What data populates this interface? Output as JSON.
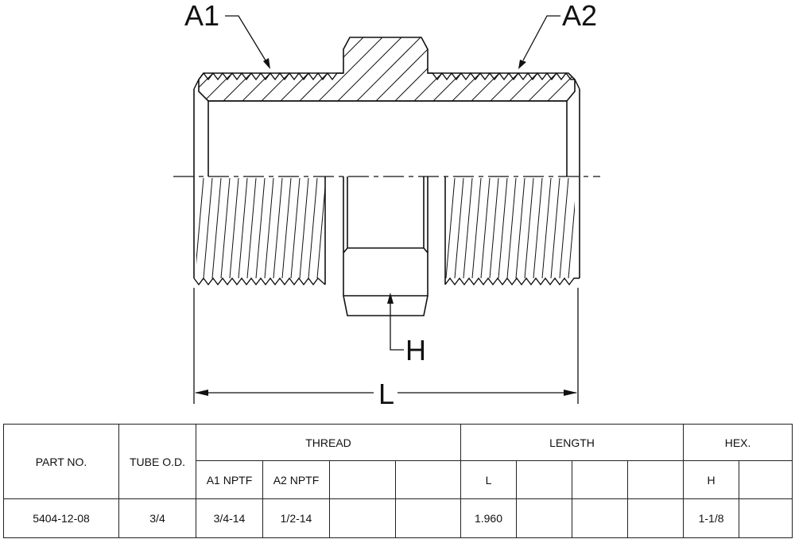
{
  "drawing": {
    "callouts": {
      "a1": "A1",
      "a2": "A2",
      "h": "H",
      "l": "L"
    }
  },
  "table": {
    "headers": {
      "part_no": "PART NO.",
      "tube_od": "TUBE O.D.",
      "thread": "THREAD",
      "length": "LENGTH",
      "hex": "HEX."
    },
    "subheaders": {
      "a1": "A1 NPTF",
      "a2": "A2 NPTF",
      "l": "L",
      "h": "H"
    },
    "row": {
      "part_no": "5404-12-08",
      "tube_od": "3/4",
      "a1": "3/4-14",
      "a2": "1/2-14",
      "l": "1.960",
      "h": "1-1/8"
    }
  }
}
